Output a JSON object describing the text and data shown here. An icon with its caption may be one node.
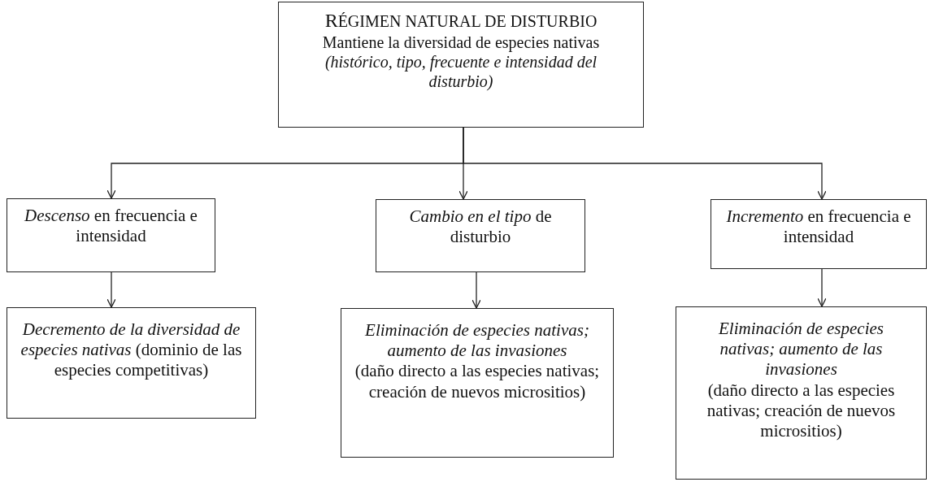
{
  "diagram": {
    "nodes": [
      {
        "text": [
          "RÉGIMEN NATURAL DE DISTURBIO",
          "Mantiene la diversidad de especies nativas",
          "(histórico, tipo, frecuente e intensidad del disturbio)"
        ]
      },
      {
        "text": [
          "*Descenso* en frecuencia e intensidad"
        ]
      },
      {
        "text": [
          "*Cambio en el tipo* de disturbio"
        ]
      },
      {
        "text": [
          "*Incremento* en frecuencia e intensidad"
        ]
      },
      {
        "text": [
          "*Decremento de la diversidad de especies nativas* (dominio de las especies competitivas)"
        ]
      },
      {
        "text": [
          "*Eliminación de especies nativas; aumento de las invasiones*",
          "(daño directo a las especies nativas; creación de nuevos micrositios)"
        ]
      },
      {
        "text": [
          "*Eliminación de especies nativas; aumento de las invasiones*",
          "(daño directo a las especies nativas; creación de nuevos micrositios)"
        ]
      }
    ],
    "edges": [
      {
        "from": 0,
        "to": 1,
        "arrow": "to"
      },
      {
        "from": 0,
        "to": 2,
        "arrow": "to"
      },
      {
        "from": 0,
        "to": 3,
        "arrow": "to"
      },
      {
        "from": 1,
        "to": 4,
        "arrow": "to"
      },
      {
        "from": 2,
        "to": 5,
        "arrow": "to"
      },
      {
        "from": 3,
        "to": 6,
        "arrow": "to"
      }
    ]
  }
}
